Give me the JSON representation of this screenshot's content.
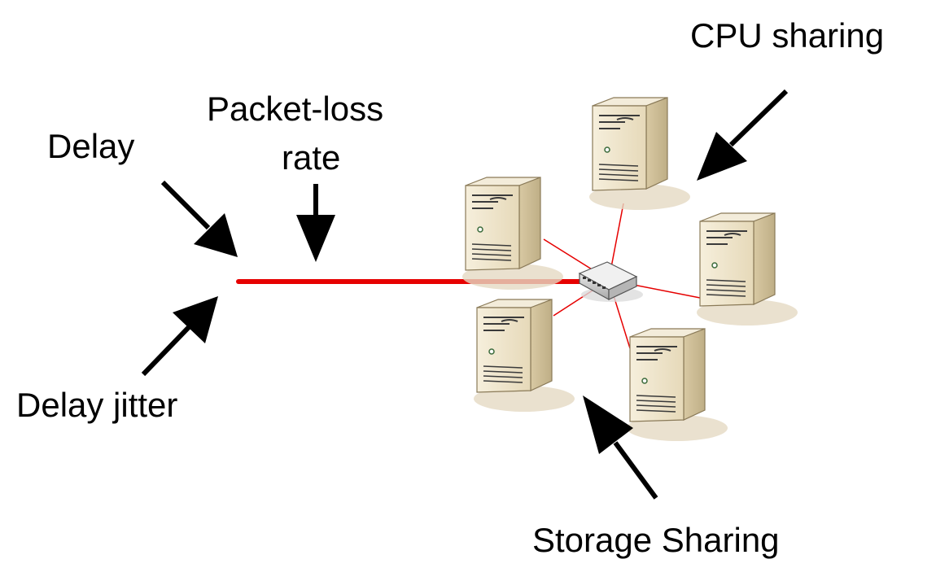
{
  "labels": {
    "cpu_sharing": "CPU sharing",
    "packet_loss_line1": "Packet-loss",
    "packet_loss_line2": "rate",
    "delay": "Delay",
    "delay_jitter": "Delay jitter",
    "storage_sharing": "Storage Sharing"
  },
  "nodes": [
    {
      "id": "server-top",
      "icon": "server-tower-icon"
    },
    {
      "id": "server-upper-left",
      "icon": "server-tower-icon"
    },
    {
      "id": "server-right",
      "icon": "server-tower-icon"
    },
    {
      "id": "server-lower-left",
      "icon": "server-tower-icon"
    },
    {
      "id": "server-lower-right",
      "icon": "server-tower-icon"
    },
    {
      "id": "hub",
      "icon": "network-switch-icon"
    }
  ],
  "colors": {
    "main_link": "#e60000",
    "server_links": "#e60000",
    "arrows": "#000000",
    "server_body": "#e8dcc0",
    "server_shadow": "#d9cdb0"
  }
}
